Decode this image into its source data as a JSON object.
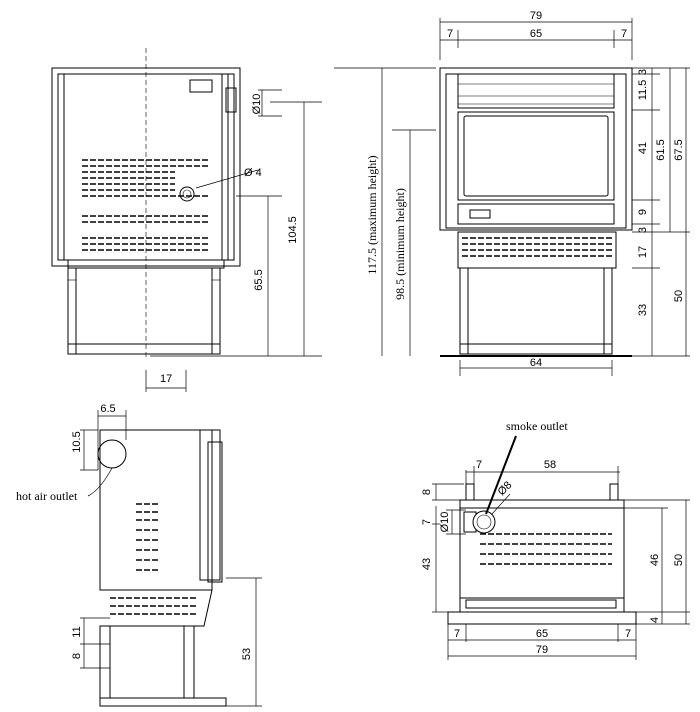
{
  "rear_view": {
    "dim_flue_diameter": "Ø10",
    "dim_hole_diameter": "Ø 4",
    "dim_total_height": "104.5",
    "dim_base_height": "65.5",
    "dim_offset": "17"
  },
  "front_view": {
    "dim_total_width": "79",
    "dim_inner_width": "65",
    "dim_left_margin": "7",
    "dim_right_margin": "7",
    "dim_bottom_width": "64",
    "dim_max_height": "117.5 (maximum height)",
    "dim_min_height": "98.5  (minimum height)",
    "dim_top_gap": "3",
    "dim_louver_height": "11.5",
    "dim_glass_height": "41",
    "dim_window_height": "61.5",
    "dim_body_height": "67.5",
    "dim_panel_height": "9",
    "dim_bottom_gap": "3",
    "dim_grill_height": "17",
    "dim_leg_height": "33",
    "dim_lower_height": "50"
  },
  "side_view": {
    "dim_outlet_offset": "6.5",
    "dim_outlet_height": "10.5",
    "hot_air_label": "hot air outlet",
    "dim_rail_a": "11",
    "dim_rail_b": "8",
    "dim_leg_height": "53"
  },
  "top_view": {
    "smoke_label": "smoke outlet",
    "dim_offset_left": "7",
    "dim_rail_width": "58",
    "dim_flange": "8",
    "dim_pipe_diameter": "Ø8",
    "dim_collar_diameter": "Ø10",
    "dim_collar_offset": "7",
    "dim_body_depth": "43",
    "dim_inner_depth": "46",
    "dim_total_depth": "50",
    "dim_base_strip": "4",
    "dim_left_margin": "7",
    "dim_inner_width": "65",
    "dim_right_margin": "7",
    "dim_total_width": "79"
  }
}
